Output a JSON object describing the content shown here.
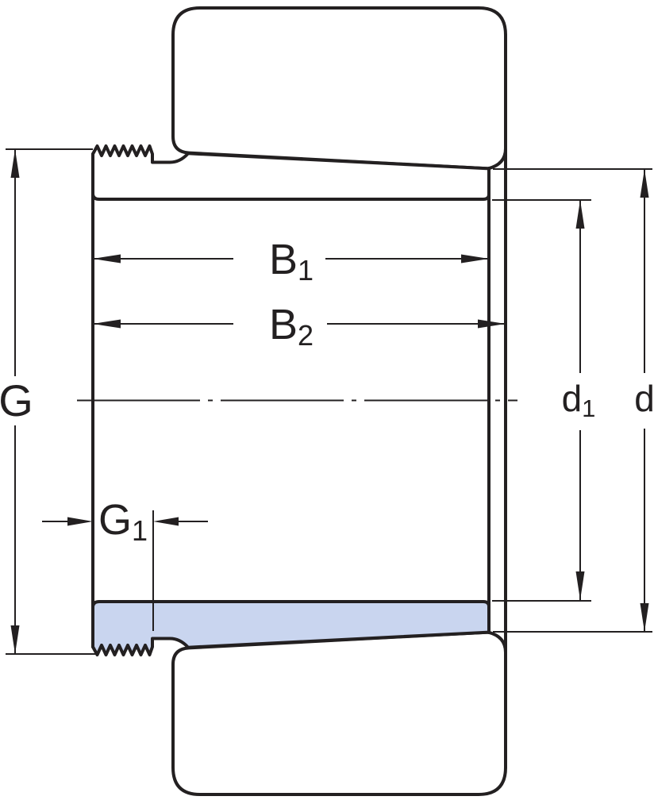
{
  "colors": {
    "line": "#232021",
    "fill": "#c9d5ef",
    "bg": "#ffffff"
  },
  "labels": {
    "g": "G",
    "g1_base": "G",
    "g1_sub": "1",
    "b1_base": "B",
    "b1_sub": "1",
    "b2_base": "B",
    "b2_sub": "2",
    "d1_base": "d",
    "d1_sub": "1",
    "d": "d"
  }
}
